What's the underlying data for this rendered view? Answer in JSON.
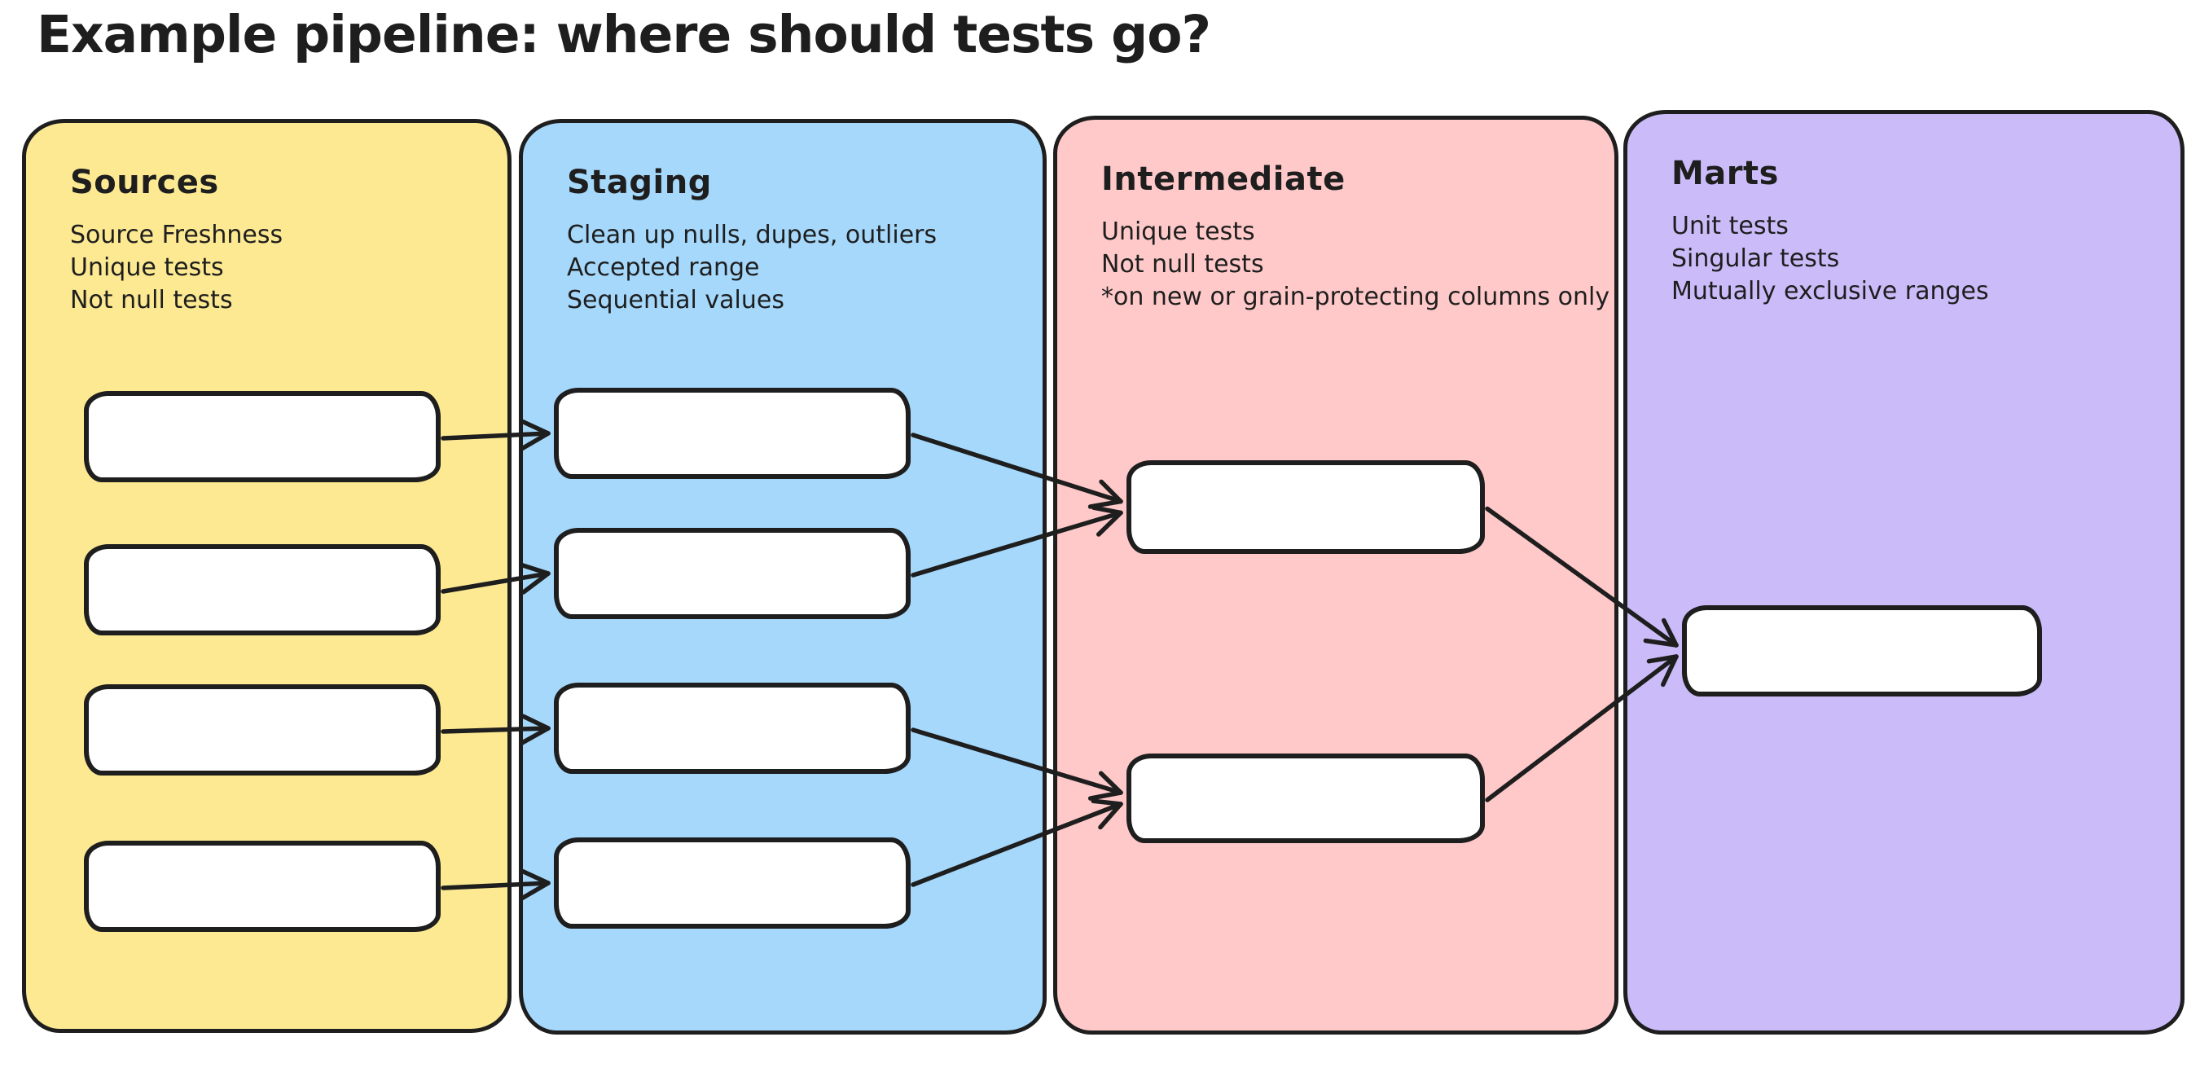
{
  "page": {
    "title": "Example pipeline: where should tests go?",
    "background_color": "#ffffff",
    "ink_color": "#1e1e1e",
    "box_fill_color": "#ffffff"
  },
  "panels": [
    {
      "id": "sources",
      "label": "Sources",
      "color": "#fce992",
      "notes": [
        "Source Freshness",
        "Unique tests",
        "Not null tests"
      ],
      "model_count": 4
    },
    {
      "id": "staging",
      "label": "Staging",
      "color": "#a5d8fb",
      "notes": [
        "Clean up nulls, dupes, outliers",
        "Accepted range",
        "Sequential values"
      ],
      "model_count": 4
    },
    {
      "id": "intermediate",
      "label": "Intermediate",
      "color": "#ffc9c9",
      "notes": [
        "Unique tests",
        "Not null tests",
        "*on new or grain-protecting columns only"
      ],
      "model_count": 2
    },
    {
      "id": "marts",
      "label": "Marts",
      "color": "#cbbcf9",
      "notes": [
        "Unit tests",
        "Singular tests",
        "Mutually exclusive ranges"
      ],
      "model_count": 1
    }
  ],
  "connections": [
    {
      "from": "sources-1",
      "to": "staging-1"
    },
    {
      "from": "sources-2",
      "to": "staging-2"
    },
    {
      "from": "sources-3",
      "to": "staging-3"
    },
    {
      "from": "sources-4",
      "to": "staging-4"
    },
    {
      "from": "staging-1",
      "to": "intermediate-1"
    },
    {
      "from": "staging-2",
      "to": "intermediate-1"
    },
    {
      "from": "staging-3",
      "to": "intermediate-2"
    },
    {
      "from": "staging-4",
      "to": "intermediate-2"
    },
    {
      "from": "intermediate-1",
      "to": "marts-1"
    },
    {
      "from": "intermediate-2",
      "to": "marts-1"
    }
  ]
}
